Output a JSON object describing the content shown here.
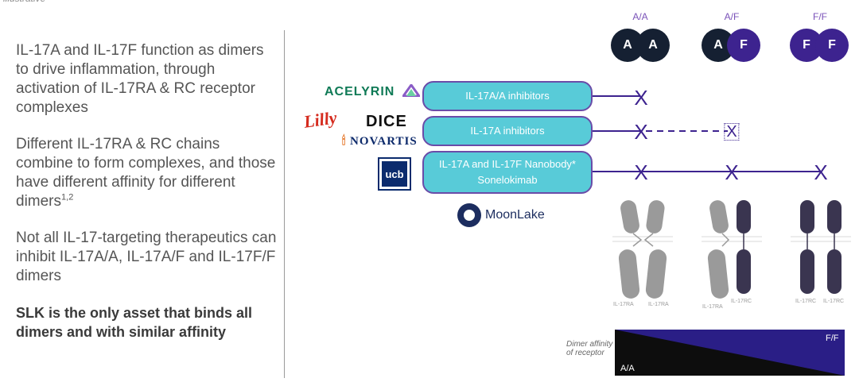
{
  "top_label": "illustrative",
  "bullets": {
    "b1": "IL-17A and IL-17F function as dimers to drive inflammation, through activation of IL-17RA & RC receptor complexes",
    "b2_text": "Different IL-17RA & RC chains combine to form complexes, and those have different affinity for different dimers",
    "b2_sup": "1,2",
    "b3": "Not all IL-17-targeting therapeutics can inhibit IL-17A/A, IL-17A/F and IL-17F/F dimers",
    "b4": "SLK is the only asset that binds all dimers and with similar affinity"
  },
  "dimers": [
    {
      "label": "A/A",
      "left": "A",
      "right": "A"
    },
    {
      "label": "A/F",
      "left": "A",
      "right": "F"
    },
    {
      "label": "F/F",
      "left": "F",
      "right": "F"
    }
  ],
  "companies": {
    "acelyrin": "ACELYRIN",
    "lilly": "Lilly",
    "dice": "DICE",
    "novartis": "NOVARTIS",
    "ucb": "ucb",
    "moonlake": "MoonLake"
  },
  "inhibitors": {
    "row1": "IL-17A/A inhibitors",
    "row2": "IL-17A inhibitors",
    "row3_line1": "IL-17A and IL-17F Nanobody*",
    "row3_line2": "Sonelokimab"
  },
  "cross_symbol": "X",
  "receptors": {
    "aa_left": "IL-17RA",
    "aa_right": "IL-17RA",
    "af_left": "IL-17RA",
    "af_right": "IL-17RC",
    "ff_left": "IL-17RC",
    "ff_right": "IL-17RC"
  },
  "affinity": {
    "label": "Dimer affinity of receptor",
    "low": "A/A",
    "high": "F/F"
  },
  "colors": {
    "dark_circle": "#152032",
    "purple_circle": "#3d238f",
    "pill_fill": "#58cbd8",
    "pill_border": "#6a4ca8",
    "receptor_grey": "#9a9a9a",
    "receptor_dark": "#3a3550"
  }
}
